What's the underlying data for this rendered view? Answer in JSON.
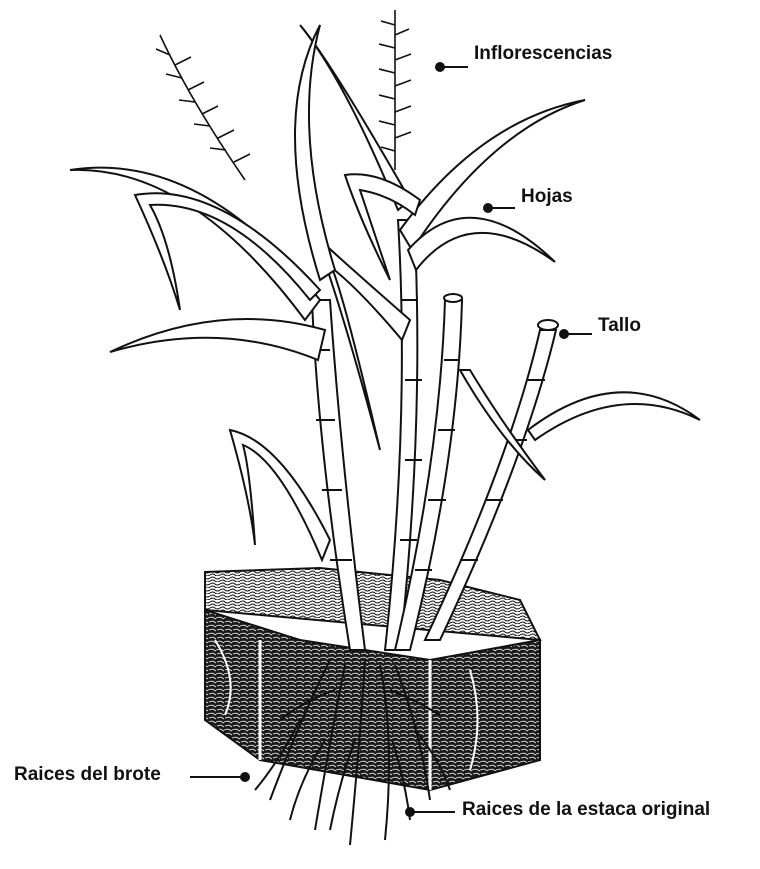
{
  "labels": {
    "inflorescences": "Inflorescencias",
    "leaves": "Hojas",
    "stem": "Tallo",
    "shoot_roots": "Raices del brote",
    "sett_roots": "Raices de la estaca original"
  },
  "colors": {
    "ink": "#111111",
    "background": "#ffffff"
  }
}
